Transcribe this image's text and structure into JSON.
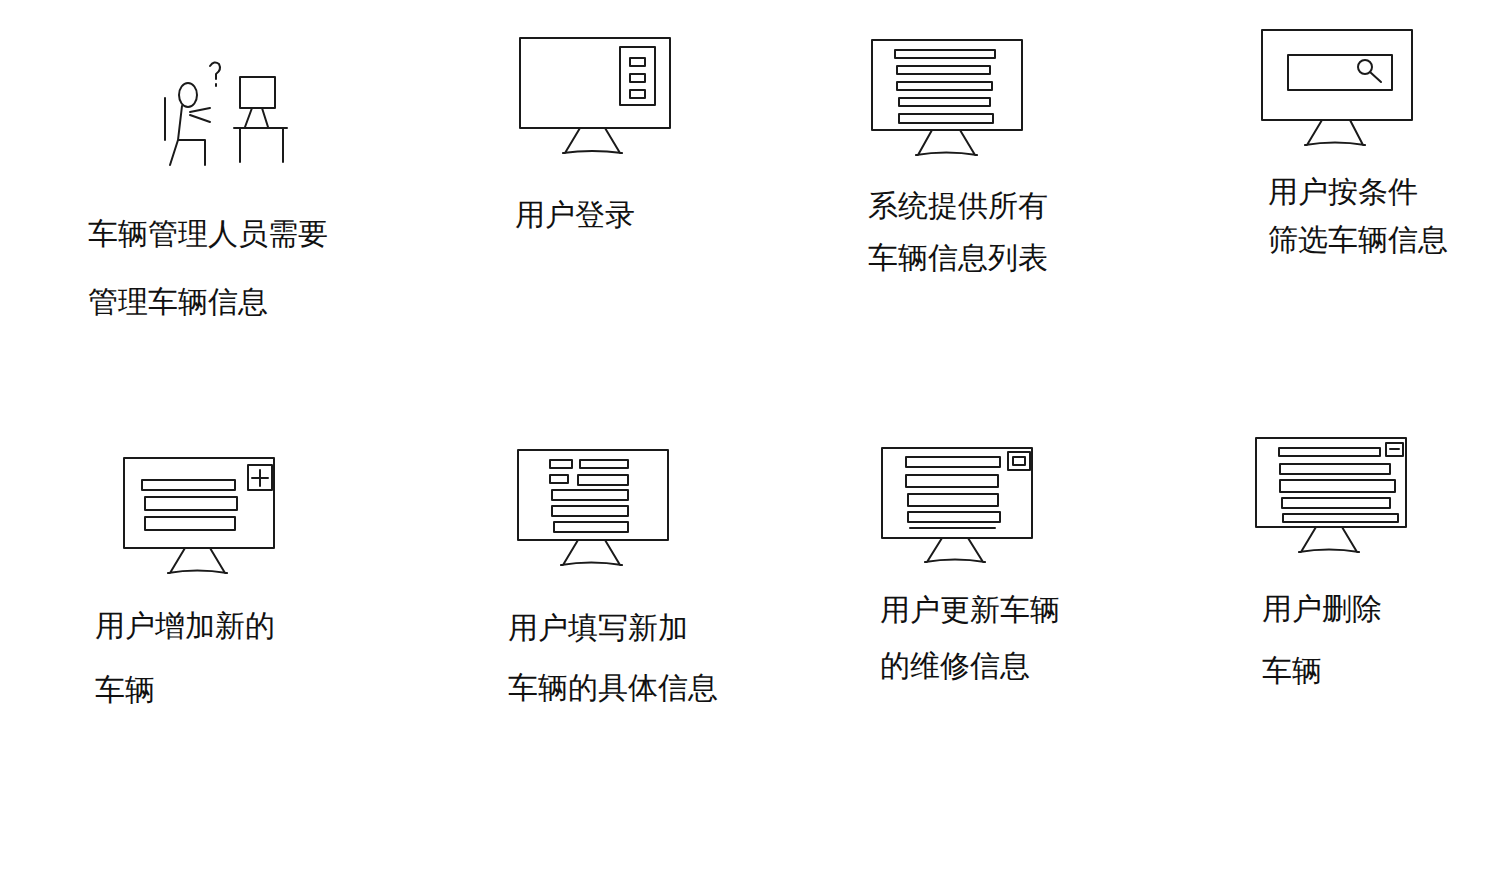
{
  "diagram": {
    "labels": [
      "车辆管理人员需要 管理车辆信息",
      "用户登录",
      "系统提供所有 车辆信息列表",
      "用户按条件 筛选车辆信息",
      "用户增加新的 车辆",
      "用户填写新加 车辆的具体信息",
      "用户更新车辆 的维修信息",
      "用户删除 车辆"
    ]
  }
}
